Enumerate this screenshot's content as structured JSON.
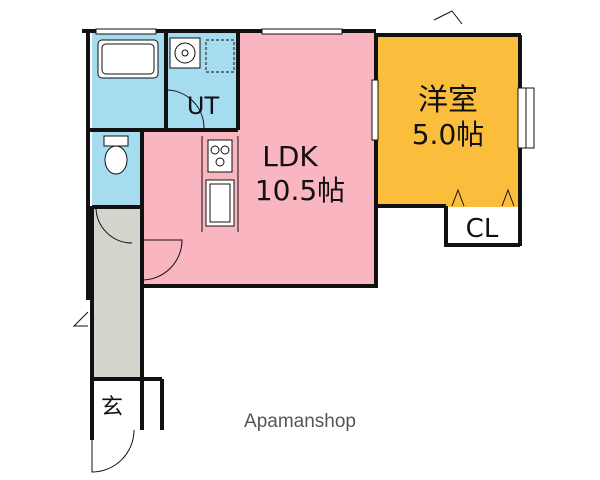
{
  "rooms": {
    "ldk": {
      "name": "LDK",
      "size": "10.5帖"
    },
    "western": {
      "name": "洋室",
      "size": "5.0帖"
    },
    "closet": {
      "name": "CL"
    },
    "utility": {
      "name": "UT"
    },
    "entrance": {
      "name": "玄"
    }
  },
  "watermark": "Apamanshop",
  "colors": {
    "ldk": "#f9b5c0",
    "western": "#fbbd3c",
    "wet_area": "#a5dcf0",
    "hallway": "#d4d4cc",
    "wall": "#111111",
    "window": "#ffffff"
  }
}
